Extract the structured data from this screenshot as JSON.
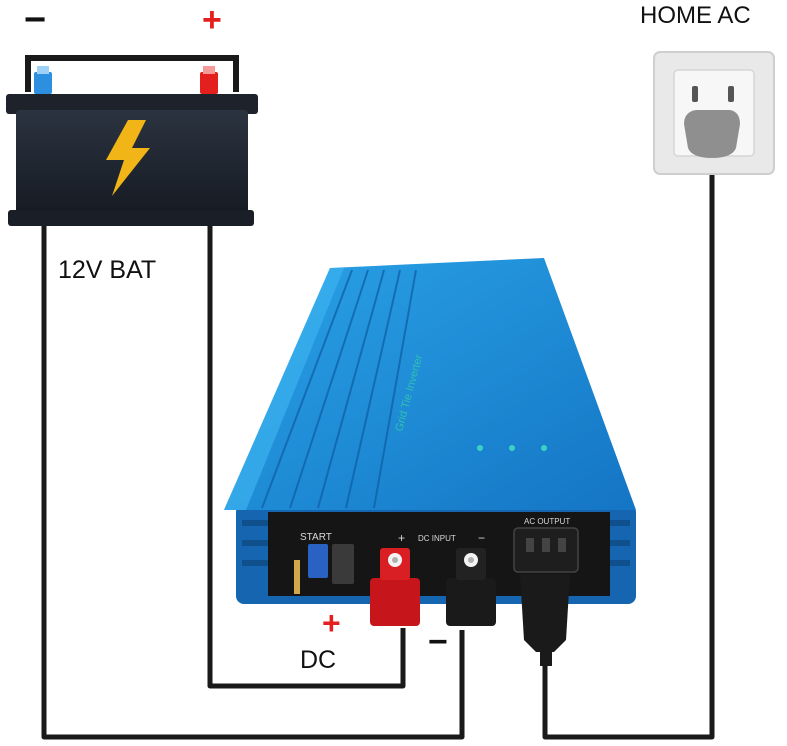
{
  "labels": {
    "battery_negative": "−",
    "battery_positive": "+",
    "home_ac": "HOME AC",
    "battery": "12V BAT",
    "dc_positive": "+",
    "dc": "DC",
    "dc_negative": "−"
  },
  "device": {
    "brand_text": "Grid Tie Inverter",
    "start_label": "START",
    "dc_input_label": "DC  INPUT",
    "plus_label": "+",
    "minus_label": "−",
    "ac_output_label": "AC OUTPUT"
  },
  "colors": {
    "wire": "#1a1a1a",
    "device_blue": "#1f8fd6",
    "positive_red": "#e4201e",
    "battery_body": "#1e2430",
    "bolt_yellow": "#f2b517"
  }
}
